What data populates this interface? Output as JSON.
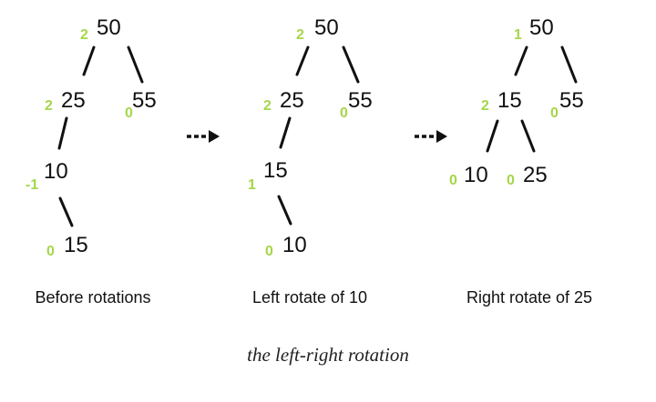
{
  "caption": "the left-right rotation",
  "colors": {
    "balance": "#a6d64a",
    "text": "#111111",
    "edge": "#111111"
  },
  "trees": [
    {
      "label": "Before rotations",
      "nodes": [
        {
          "key": "50",
          "balance": "2"
        },
        {
          "key": "25",
          "balance": "2"
        },
        {
          "key": "55",
          "balance": "0"
        },
        {
          "key": "10",
          "balance": "-1"
        },
        {
          "key": "15",
          "balance": "0"
        }
      ]
    },
    {
      "label": "Left rotate of 10",
      "nodes": [
        {
          "key": "50",
          "balance": "2"
        },
        {
          "key": "25",
          "balance": "2"
        },
        {
          "key": "55",
          "balance": "0"
        },
        {
          "key": "15",
          "balance": "1"
        },
        {
          "key": "10",
          "balance": "0"
        }
      ]
    },
    {
      "label": "Right rotate of 25",
      "nodes": [
        {
          "key": "50",
          "balance": "1"
        },
        {
          "key": "15",
          "balance": "2"
        },
        {
          "key": "55",
          "balance": "0"
        },
        {
          "key": "10",
          "balance": "0"
        },
        {
          "key": "25",
          "balance": "0"
        }
      ]
    }
  ]
}
